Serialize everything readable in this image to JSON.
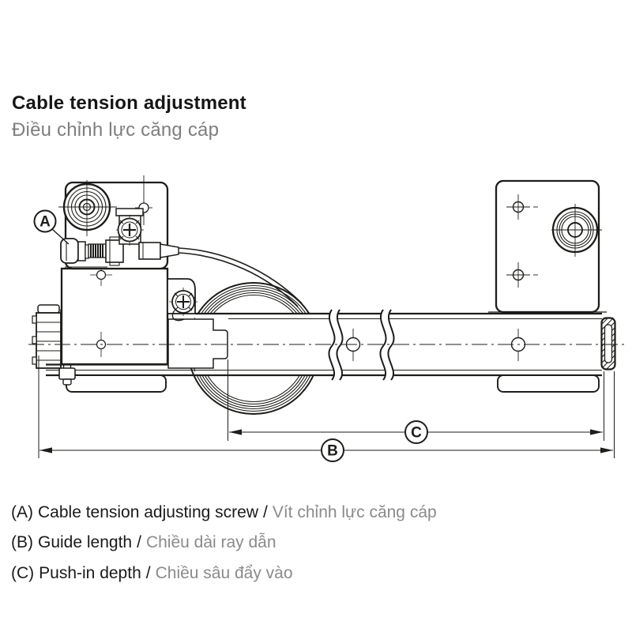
{
  "title": {
    "en": "Cable tension adjustment",
    "vi": "Điều chỉnh lực căng cáp"
  },
  "legend": {
    "items": [
      {
        "prefix": "(A)",
        "en": "Cable tension adjusting screw",
        "sep": "/",
        "vi": "Vít chỉnh lực căng cáp"
      },
      {
        "prefix": "(B)",
        "en": "Guide length",
        "sep": "/",
        "vi": "Chiều dài ray dẫn"
      },
      {
        "prefix": "(C)",
        "en": "Push-in depth",
        "sep": "/",
        "vi": "Chiều sâu đẩy vào"
      }
    ]
  },
  "diagram": {
    "callouts": [
      {
        "label": "A"
      },
      {
        "label": "B"
      },
      {
        "label": "C"
      }
    ]
  },
  "colors": {
    "line": "#1d1d1b",
    "heading": "#161616",
    "muted_title": "#7e7e7e",
    "muted_legend": "#8a8a8a",
    "background": "#ffffff"
  }
}
